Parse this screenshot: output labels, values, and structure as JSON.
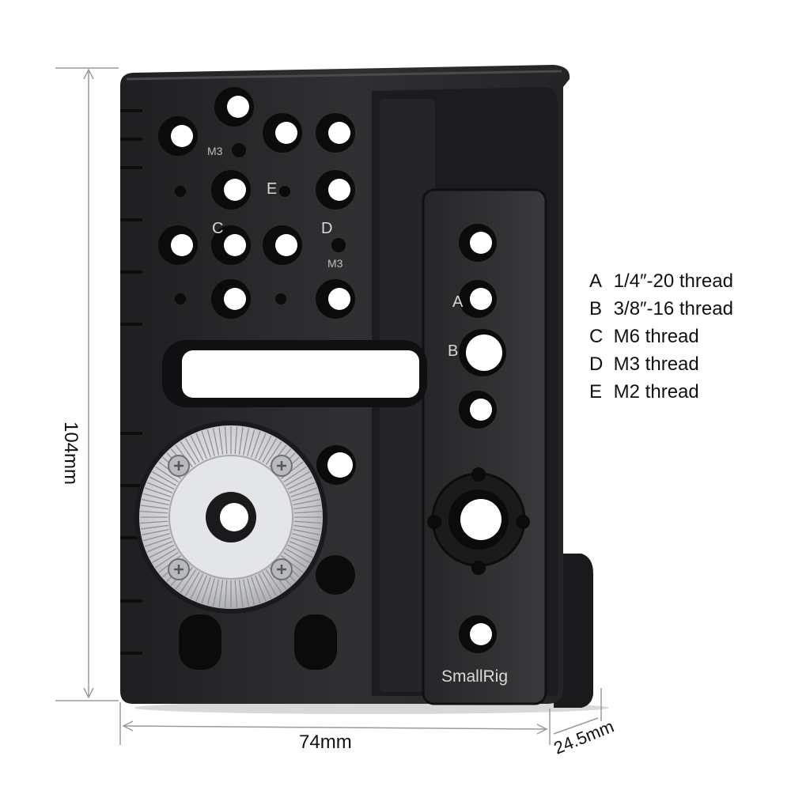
{
  "product": {
    "brand": "SmallRig",
    "hole_markers": {
      "A": "A",
      "B": "B",
      "C": "C",
      "D": "D",
      "E": "E",
      "M3_top": "M3",
      "M3_right": "M3"
    }
  },
  "dimensions": {
    "height": "104mm",
    "width": "74mm",
    "depth": "24.5mm"
  },
  "legend": [
    {
      "key": "A",
      "text": "1/4″-20 thread"
    },
    {
      "key": "B",
      "text": "3/8″-16 thread"
    },
    {
      "key": "C",
      "text": "M6 thread"
    },
    {
      "key": "D",
      "text": "M3 thread"
    },
    {
      "key": "E",
      "text": "M2 thread"
    }
  ],
  "colors": {
    "plate": "#2b2b2d",
    "plate_dark": "#151517",
    "rosette": "#cfd0d2",
    "dimension_line": "#9a9a9a"
  }
}
